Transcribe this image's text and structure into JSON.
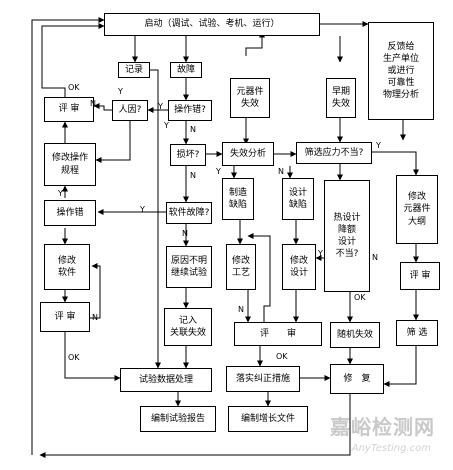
{
  "nodes": {
    "start": "启动（调试、试验、考机、运行）",
    "feedback": "反馈给\n生产单位\n或进行\n可靠性\n物理分析",
    "record": "记录",
    "fault": "故障",
    "component_failure": "元器件\n失效",
    "early_failure": "早期\n失效",
    "review_top": "评 审",
    "human_cause": "人因?",
    "operation_error": "操作错?",
    "modify_procedure": "修改操作\n规程",
    "damage": "损坏?",
    "failure_analysis": "失效分析",
    "screen_stress": "筛选应力不当?",
    "mfg_defect": "制造\n缺陷",
    "design_defect": "设计\n缺陷",
    "thermal_design": "热设计\n降额\n设计\n不当?",
    "modify_outline": "修改\n元器件\n大纲",
    "operation_error2": "操作错",
    "software_fault": "软件故障?",
    "modify_software": "修改\n软件",
    "unknown_cause": "原因不明\n继续试验",
    "modify_process": "修改\n工艺",
    "modify_design": "修改\n设计",
    "review_right": "评 审",
    "review_left": "评 审",
    "record_related": "记入\n关联失效",
    "review_center": "评　　审",
    "random_failure": "随机失效",
    "screen": "筛 选",
    "test_data": "试验数据处理",
    "implement_fix": "落实纠正措施",
    "repair": "修　复",
    "test_report": "编制试验报告",
    "growth_doc": "编制增长文件"
  },
  "edge_labels": {
    "yes": "Y",
    "no": "N",
    "ok": "OK"
  },
  "watermark": {
    "cn": "嘉峪检测网",
    "en": "AnyTesting.com"
  }
}
